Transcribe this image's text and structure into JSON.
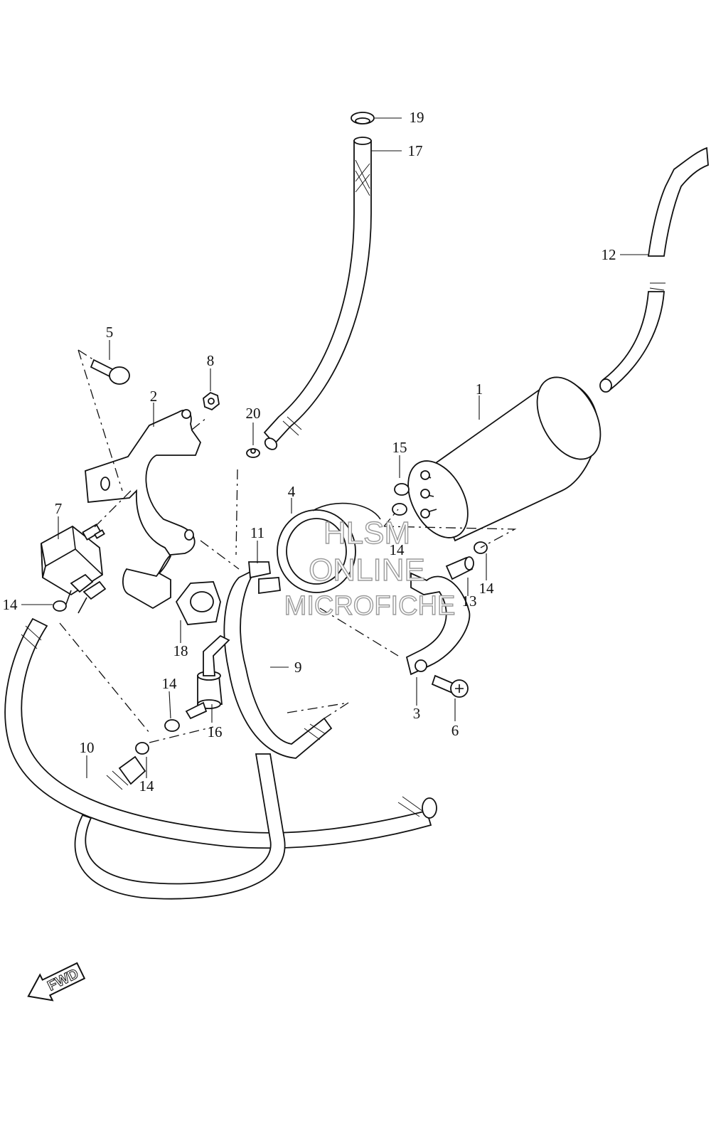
{
  "callouts": {
    "c1": "1",
    "c2": "2",
    "c3": "3",
    "c4": "4",
    "c5": "5",
    "c6": "6",
    "c7": "7",
    "c8": "8",
    "c9": "9",
    "c10": "10",
    "c11": "11",
    "c12": "12",
    "c13": "13",
    "c14a": "14",
    "c14b": "14",
    "c14c": "14",
    "c14d": "14",
    "c14e": "14",
    "c15": "15",
    "c16": "16",
    "c17": "17",
    "c18": "18",
    "c19": "19",
    "c20": "20"
  },
  "watermark": {
    "line1": "HLSM",
    "line2": "ONLINE",
    "line3": "MICROFICHE"
  },
  "fwd_label": "FWD"
}
